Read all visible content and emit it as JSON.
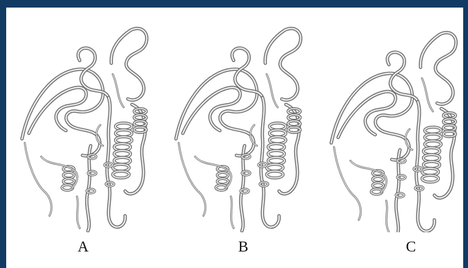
{
  "panels": [
    {
      "label": "A"
    },
    {
      "label": "B"
    },
    {
      "label": "C"
    }
  ],
  "colors": {
    "frame_border": "#123b63",
    "background": "#ffffff",
    "ribbon_shadow": "#6c6c6c",
    "ribbon_highlight": "#eeeeee"
  }
}
